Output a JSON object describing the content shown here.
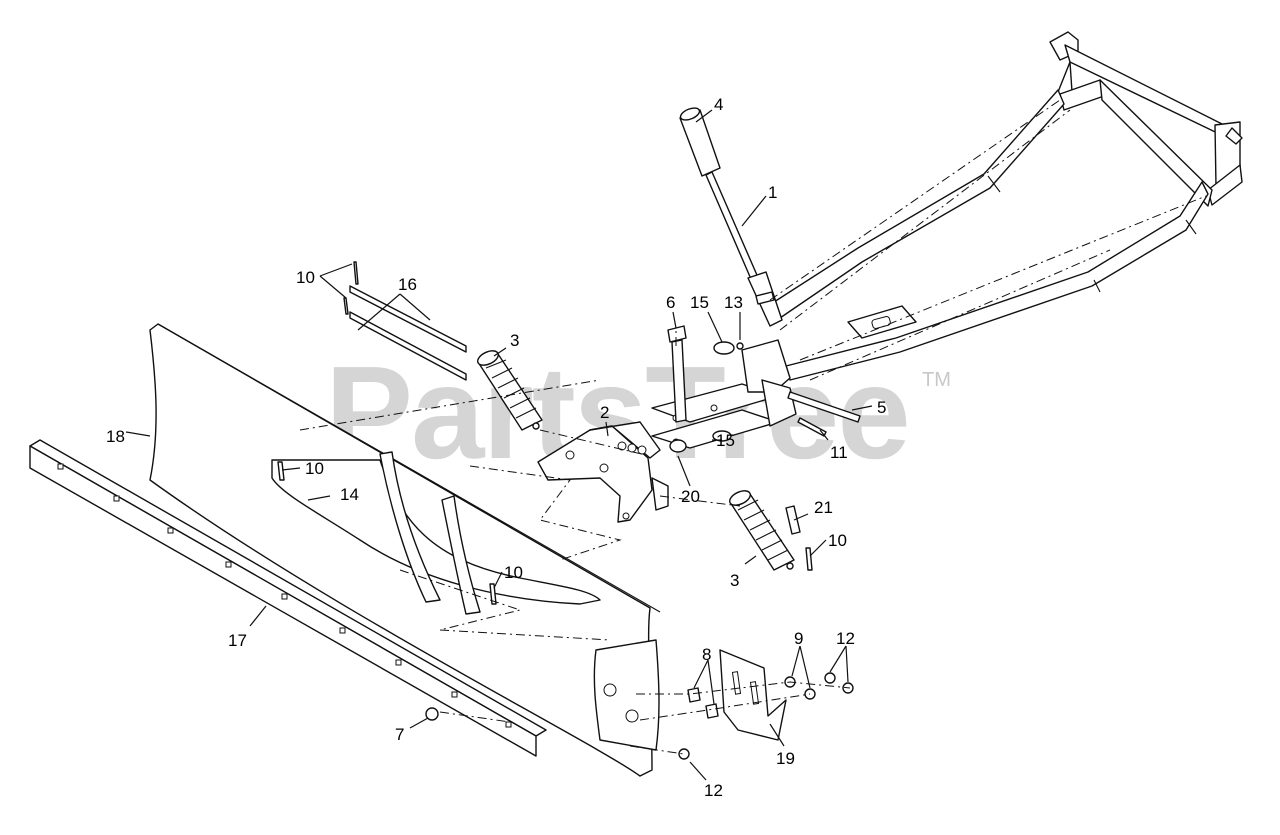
{
  "watermark": {
    "brand": "PartsTree",
    "trademark": "TM"
  },
  "callouts": {
    "c1": "1",
    "c2": "2",
    "c3a": "3",
    "c3b": "3",
    "c4": "4",
    "c5": "5",
    "c6": "6",
    "c7": "7",
    "c8": "8",
    "c9": "9",
    "c10a": "10",
    "c10b": "10",
    "c10c": "10",
    "c10d": "10",
    "c11": "11",
    "c12a": "12",
    "c12b": "12",
    "c13": "13",
    "c14": "14",
    "c15a": "15",
    "c15b": "15",
    "c16": "16",
    "c17": "17",
    "c18": "18",
    "c19": "19",
    "c20": "20",
    "c21": "21"
  },
  "colors": {
    "line": "#111111",
    "watermark": "#c8c8c8",
    "background": "#ffffff"
  }
}
